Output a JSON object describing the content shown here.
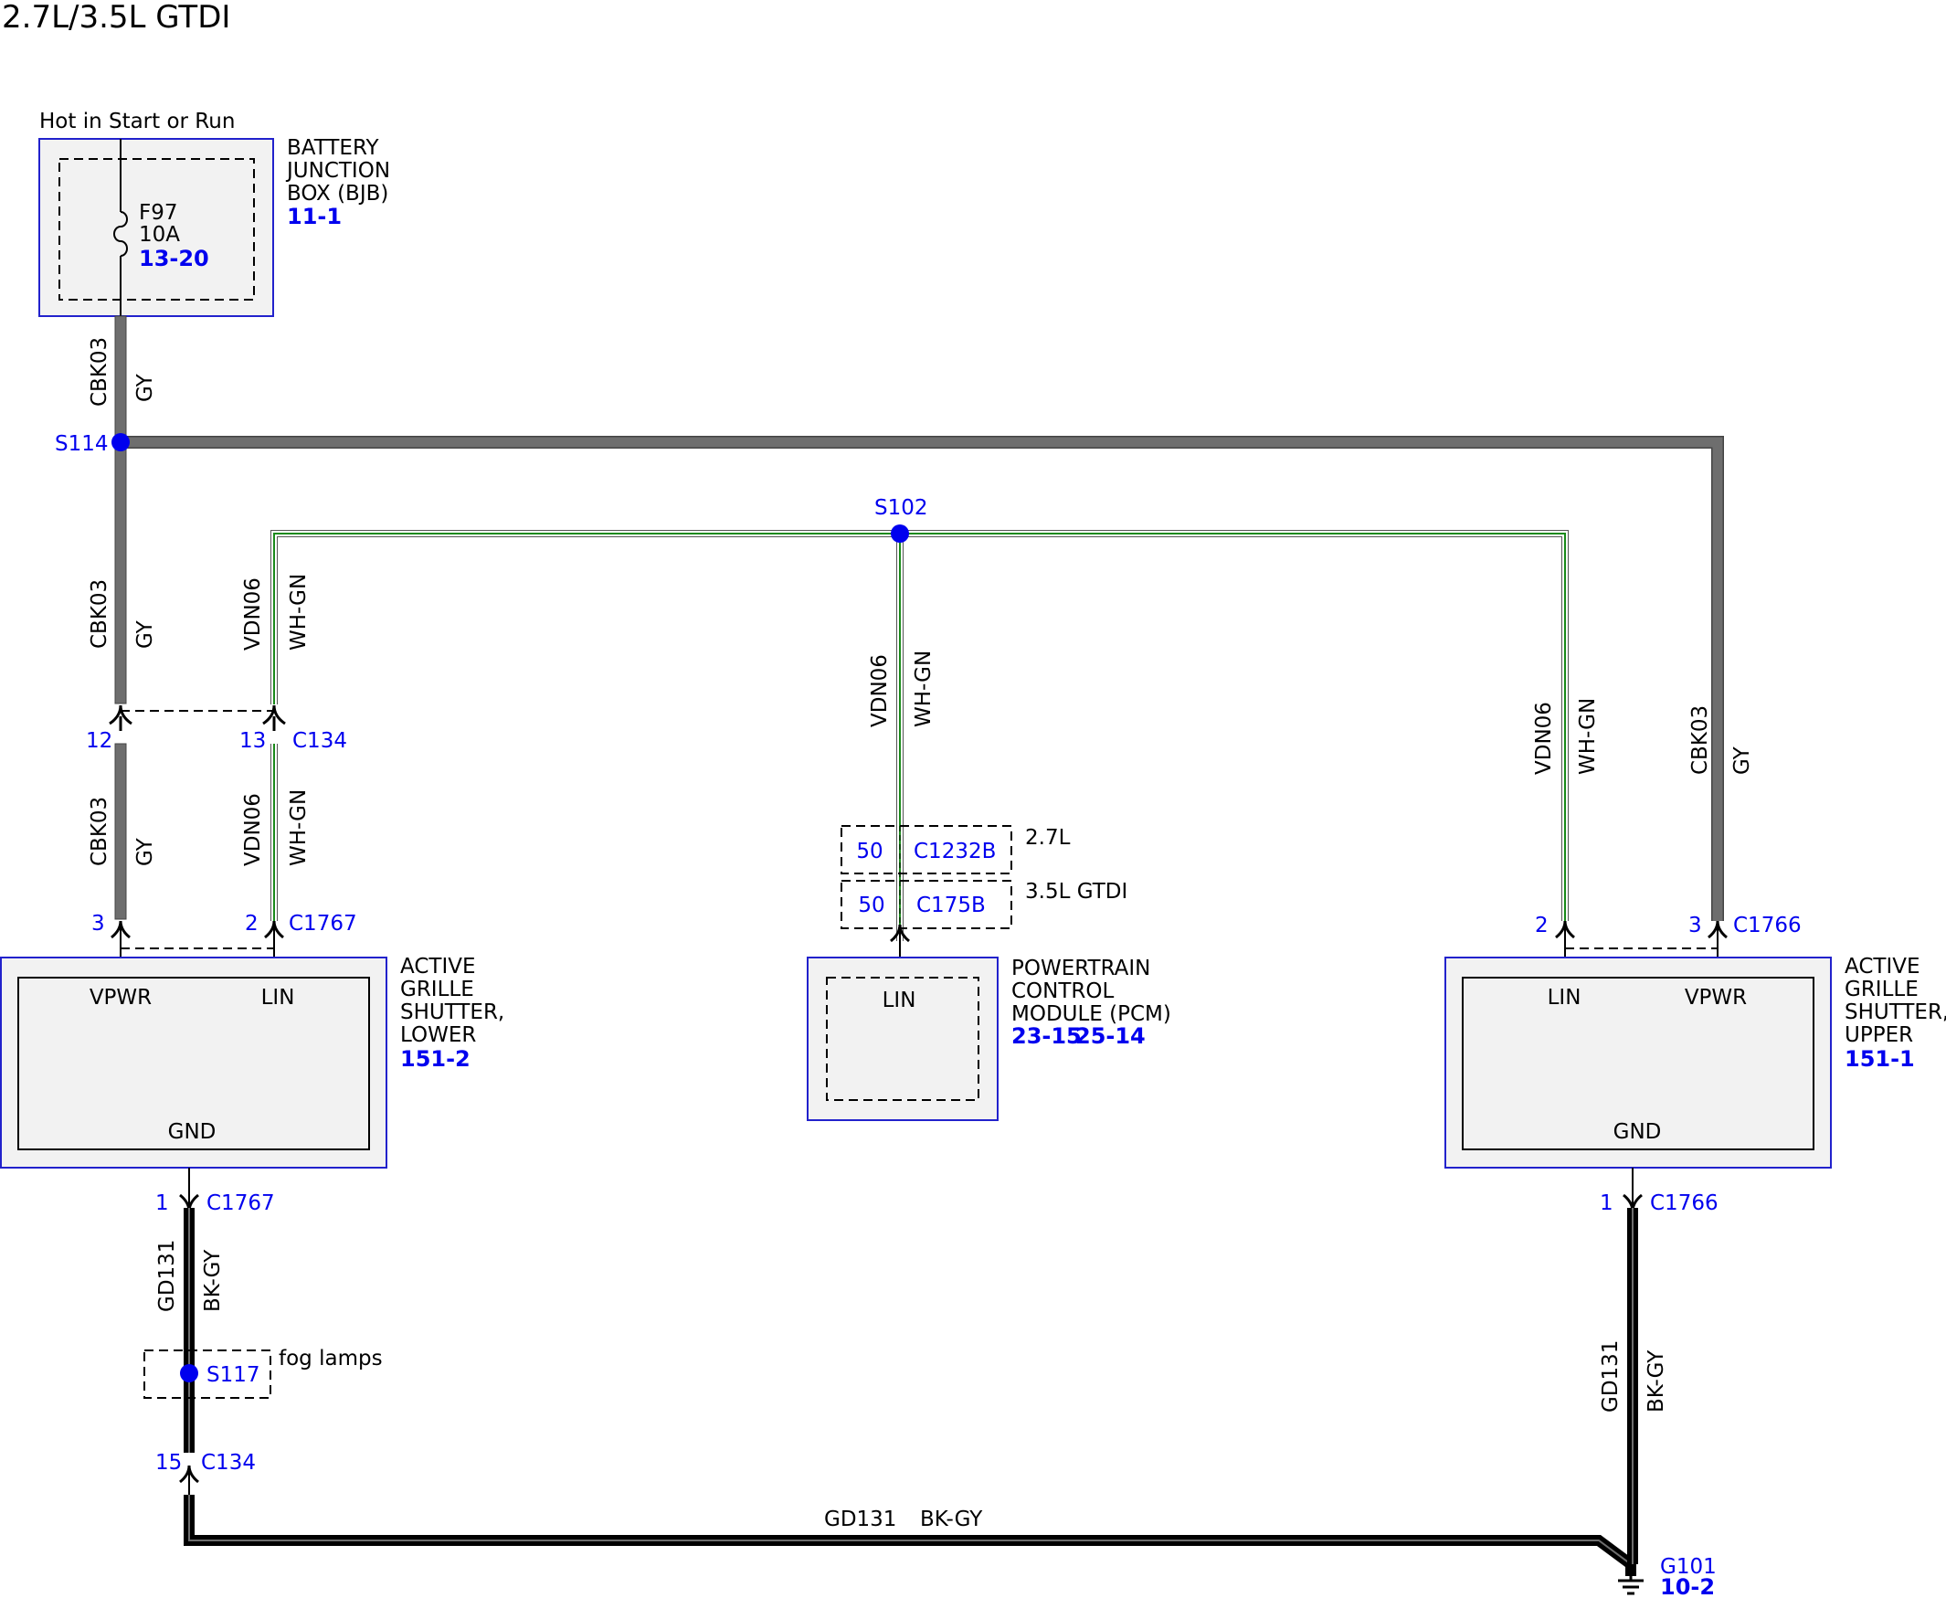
{
  "title": "2.7L/3.5L GTDI",
  "power_source_label": "Hot in Start or Run",
  "bjb": {
    "name_lines": [
      "BATTERY",
      "JUNCTION",
      "BOX (BJB)"
    ],
    "ref": "11-1",
    "fuse_name": "F97",
    "fuse_rating": "10A",
    "fuse_ref": "13-20"
  },
  "splices": {
    "s114": "S114",
    "s102": "S102",
    "s117": "S117"
  },
  "wires": {
    "cbk03": {
      "circuit": "CBK03",
      "color": "GY"
    },
    "vdn06": {
      "circuit": "VDN06",
      "color": "WH-GN"
    },
    "gd131": {
      "circuit": "GD131",
      "color": "BK-GY"
    }
  },
  "connectors": {
    "c134": "C134",
    "c134_pin_12": "12",
    "c134_pin_13": "13",
    "c134_pin_15": "15",
    "c1767": "C1767",
    "c1767_pin_3": "3",
    "c1767_pin_2": "2",
    "c1767_pin_1": "1",
    "c1766": "C1766",
    "c1766_pin_2": "2",
    "c1766_pin_3": "3",
    "c1766_pin_1": "1",
    "c1232b": "C1232B",
    "c1232b_pin": "50",
    "c1232b_variant": "2.7L",
    "c175b": "C175B",
    "c175b_pin": "50",
    "c175b_variant": "3.5L GTDI"
  },
  "lower_shutter": {
    "name_lines": [
      "ACTIVE",
      "GRILLE",
      "SHUTTER,",
      "LOWER"
    ],
    "ref": "151-2",
    "pin_vpwr": "VPWR",
    "pin_lin": "LIN",
    "pin_gnd": "GND"
  },
  "pcm": {
    "name_lines": [
      "POWERTRAIN",
      "CONTROL",
      "MODULE (PCM)"
    ],
    "ref_1": "23-15",
    "ref_2": "25-14",
    "pin_lin": "LIN"
  },
  "upper_shutter": {
    "name_lines": [
      "ACTIVE",
      "GRILLE",
      "SHUTTER,",
      "UPPER"
    ],
    "ref": "151-1",
    "pin_lin": "LIN",
    "pin_vpwr": "VPWR",
    "pin_gnd": "GND"
  },
  "fog_lamps_label": "fog lamps",
  "ground": {
    "name": "G101",
    "ref": "10-2"
  },
  "colors": {
    "module_border": "#2222cc",
    "module_fill": "#f2f2f2",
    "splice": "#0000ee",
    "wire_gy": "#6e6e6e",
    "wire_wh_gn": "#1a8a1a",
    "wire_bk_gy": "#000000",
    "ref_text": "#0000ee"
  }
}
